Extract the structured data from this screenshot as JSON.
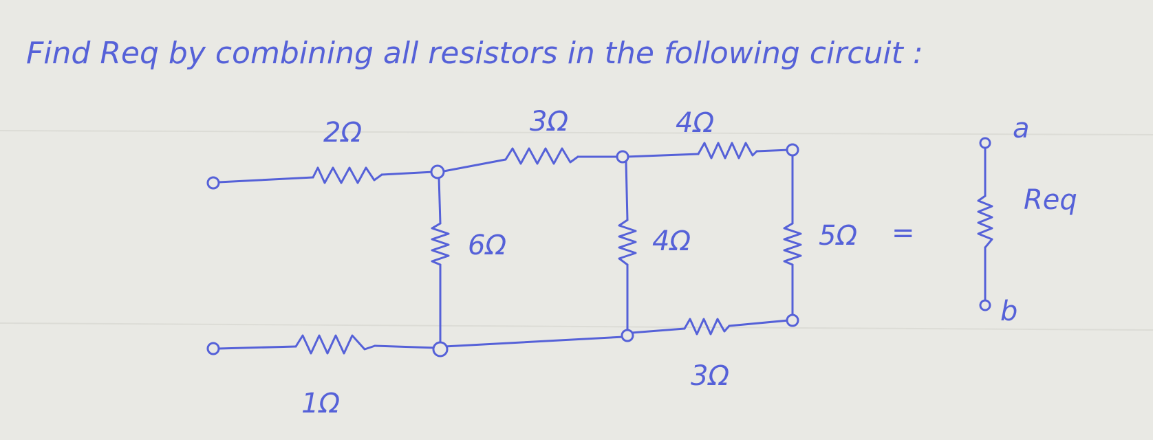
{
  "title": "Find Req by combining all resistors in the following circuit :",
  "resistors": {
    "r2": "2Ω",
    "r3": "3Ω",
    "r4_top": "4Ω",
    "r6": "6Ω",
    "r4_mid": "4Ω",
    "r5": "5Ω",
    "r3_bottom": "3Ω",
    "r1": "1Ω"
  },
  "equivalent": {
    "equals": "=",
    "terminal_a": "a",
    "terminal_b": "b",
    "label": "Req"
  },
  "colors": {
    "ink": "#5561d8",
    "paper": "#e9e9e4"
  }
}
